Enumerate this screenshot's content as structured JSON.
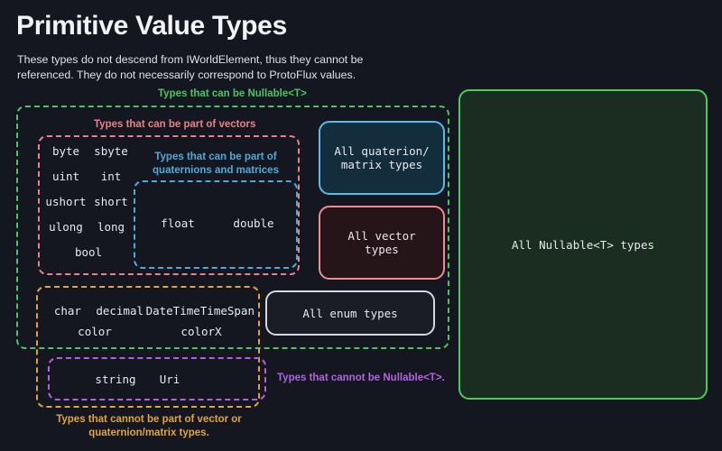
{
  "page": {
    "title": "Primitive Value Types",
    "subtitle": "These types do not descend from IWorldElement, thus they cannot be referenced. They do not necessarily correspond to ProtoFlux values.",
    "background_color": "#141720"
  },
  "groups": {
    "nullable": {
      "label": "Types that can be Nullable<T>",
      "color": "#4cc464",
      "style": "dashed"
    },
    "vector": {
      "label": "Types that can be part of vectors",
      "color": "#ea8189",
      "style": "dashed",
      "types": [
        "byte",
        "sbyte",
        "uint",
        "int",
        "ushort",
        "short",
        "ulong",
        "long",
        "bool"
      ]
    },
    "quaternion": {
      "label": "Types that can be part of quaternions and matrices",
      "color": "#52a9d8",
      "style": "dashed",
      "types": [
        "float",
        "double"
      ]
    },
    "not_vector": {
      "label": "Types that cannot be part of vector or quaternion/matrix types.",
      "color": "#e2a33f",
      "style": "dashed",
      "types_row1": [
        "char",
        "decimal",
        "DateTime",
        "TimeSpan"
      ],
      "types_row2": [
        "color",
        "colorX"
      ]
    },
    "not_nullable": {
      "label": "Types that cannot be Nullable<T>.",
      "color": "#b063dd",
      "style": "dashed",
      "types": [
        "string",
        "Uri"
      ]
    }
  },
  "cards": {
    "quaternion_types": {
      "text": "All quaterion/\nmatrix types",
      "line1": "All quaterion/",
      "line2": "matrix types",
      "border_color": "#55bee8",
      "fill_color": "#132d3d"
    },
    "vector_types": {
      "line1": "All vector",
      "line2": "types",
      "border_color": "#ee8c92",
      "fill_color": "#251519"
    },
    "enum_types": {
      "text": "All enum types",
      "border_color": "#d5d8de",
      "fill_color": "#1a1d26"
    },
    "nullable_types": {
      "text": "All Nullable<T> types",
      "border_color": "#4ccb5c",
      "fill_color": "#1b2d20"
    }
  }
}
